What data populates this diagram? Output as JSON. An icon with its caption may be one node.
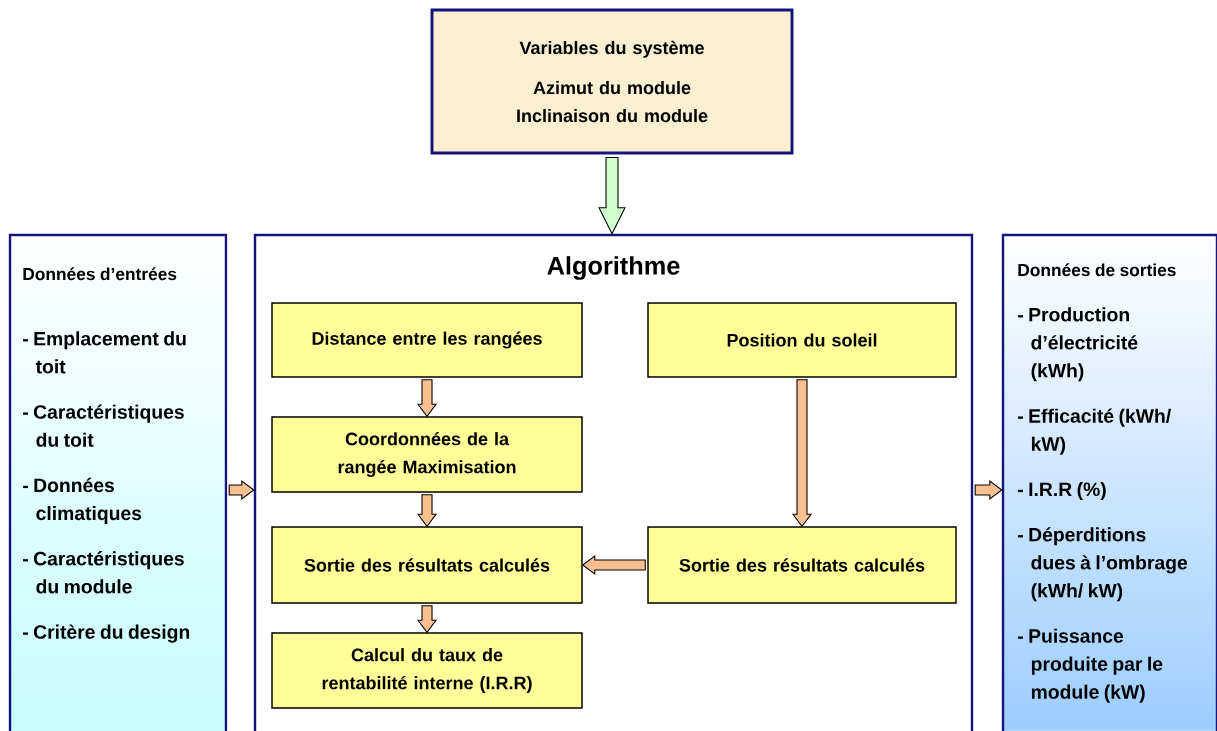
{
  "diagram": {
    "nodes": [
      {
        "text": [
          "Variables du système",
          "Azimut du module",
          "Inclinaison du module"
        ]
      },
      {
        "text": [
          "Données d’entrées",
          "- Emplacement du toit",
          "- Caractéristiques du toit",
          "- Données climatiques",
          "- Caractéristiques du module",
          "- Critère du design"
        ]
      },
      {
        "text": [
          "Algorithme"
        ]
      },
      {
        "text": [
          "Distance entre les rangées"
        ],
        "in": 2
      },
      {
        "text": [
          "Position du soleil"
        ],
        "in": 2
      },
      {
        "text": [
          "Coordonnées de la rangée Maximisation"
        ],
        "in": 2
      },
      {
        "text": [
          "Sortie des résultats calculés"
        ],
        "in": 2
      },
      {
        "text": [
          "Sortie des résultats calculés"
        ],
        "in": 2
      },
      {
        "text": [
          "Calcul du taux de rentabilité interne (I.R.R)"
        ],
        "in": 2
      },
      {
        "text": [
          "Données de sorties",
          "- Production d’électricité (kWh)",
          "- Efficacité (kWh/ kW)",
          "- I.R.R (%)",
          "- Déperditions dues à l’ombrage (kWh/ kW)",
          "- Puissance produite par le module (kW)"
        ]
      }
    ],
    "edges": [
      {
        "from": 0,
        "to": 2,
        "arrow": "to",
        "color": "#ccffcc"
      },
      {
        "from": 1,
        "to": 2,
        "arrow": "to"
      },
      {
        "from": 2,
        "to": 9,
        "arrow": "to"
      },
      {
        "from": 3,
        "to": 5,
        "arrow": "to"
      },
      {
        "from": 5,
        "to": 6,
        "arrow": "to"
      },
      {
        "from": 4,
        "to": 7,
        "arrow": "to"
      },
      {
        "from": 7,
        "to": 6,
        "arrow": "to"
      },
      {
        "from": 6,
        "to": 8,
        "arrow": "to"
      }
    ]
  }
}
